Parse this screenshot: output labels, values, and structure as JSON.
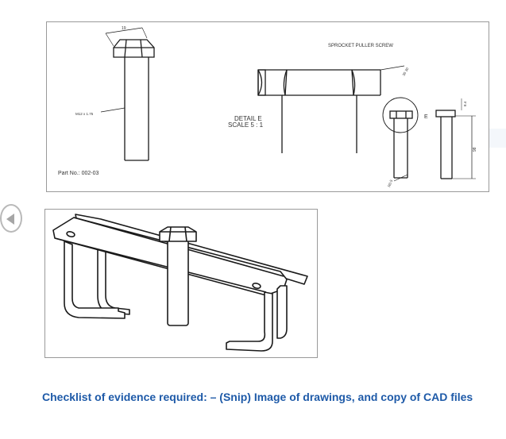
{
  "drawing_sheet": {
    "title": "SPROCKET PULLER SCREW",
    "detail_label": "DETAIL E",
    "scale_label": "SCALE 5 : 1",
    "part_number": "Part No.: 002-03",
    "thread_callout": "M12 x 1.75",
    "dim_head_width": "19",
    "dim_chamfer": "30 30",
    "dim_head_height": "8.4",
    "dim_length": "98",
    "dim_tip": "R0.5",
    "detail_marker": "E"
  },
  "navigation": {
    "prev_icon": "triangle-left-icon"
  },
  "caption": {
    "text": "Checklist of evidence required:  – (Snip) Image of drawings, and copy of CAD files"
  },
  "colors": {
    "caption": "#1e5aa8",
    "line": "#1a1a1a",
    "border": "#9a9a9a"
  }
}
